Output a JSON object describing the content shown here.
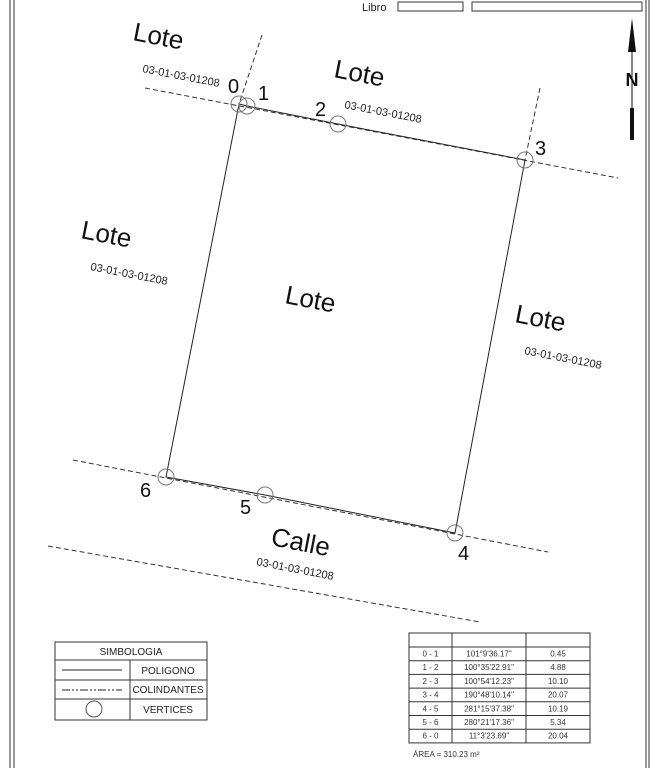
{
  "header": {
    "libro_label": "Libro"
  },
  "north_arrow": {
    "label": "N"
  },
  "parcels": [
    {
      "name": "Lote",
      "code": "03-01-03-01208"
    },
    {
      "name": "Lote",
      "code": "03-01-03-01208"
    },
    {
      "name": "Lote",
      "code": "03-01-03-01208"
    },
    {
      "name": "Lote",
      "code": ""
    },
    {
      "name": "Lote",
      "code": "03-01-03-01208"
    },
    {
      "name": "Calle",
      "code": "03-01-03-01208"
    }
  ],
  "vertices": [
    "0",
    "1",
    "2",
    "3",
    "4",
    "5",
    "6"
  ],
  "legend": {
    "title": "SIMBOLOGIA",
    "items": [
      "POLIGONO",
      "COLINDANTES",
      "VERTICES"
    ]
  },
  "survey_table": {
    "headers": [
      "",
      "",
      ""
    ],
    "rows": [
      [
        "0 - 1",
        "101°9'36.17\"",
        "0.45"
      ],
      [
        "1 - 2",
        "100°35'22.91\"",
        "4.88"
      ],
      [
        "2 - 3",
        "100°54'12.23\"",
        "10.10"
      ],
      [
        "3 - 4",
        "190°48'10.14\"",
        "20.07"
      ],
      [
        "4 - 5",
        "281°15'37.38\"",
        "10.19"
      ],
      [
        "5 - 6",
        "280°21'17.36\"",
        "5.34"
      ],
      [
        "6 - 0",
        "11°3'23.69\"",
        "20.04"
      ]
    ],
    "area": "ÁREA = 310.23 m²"
  }
}
